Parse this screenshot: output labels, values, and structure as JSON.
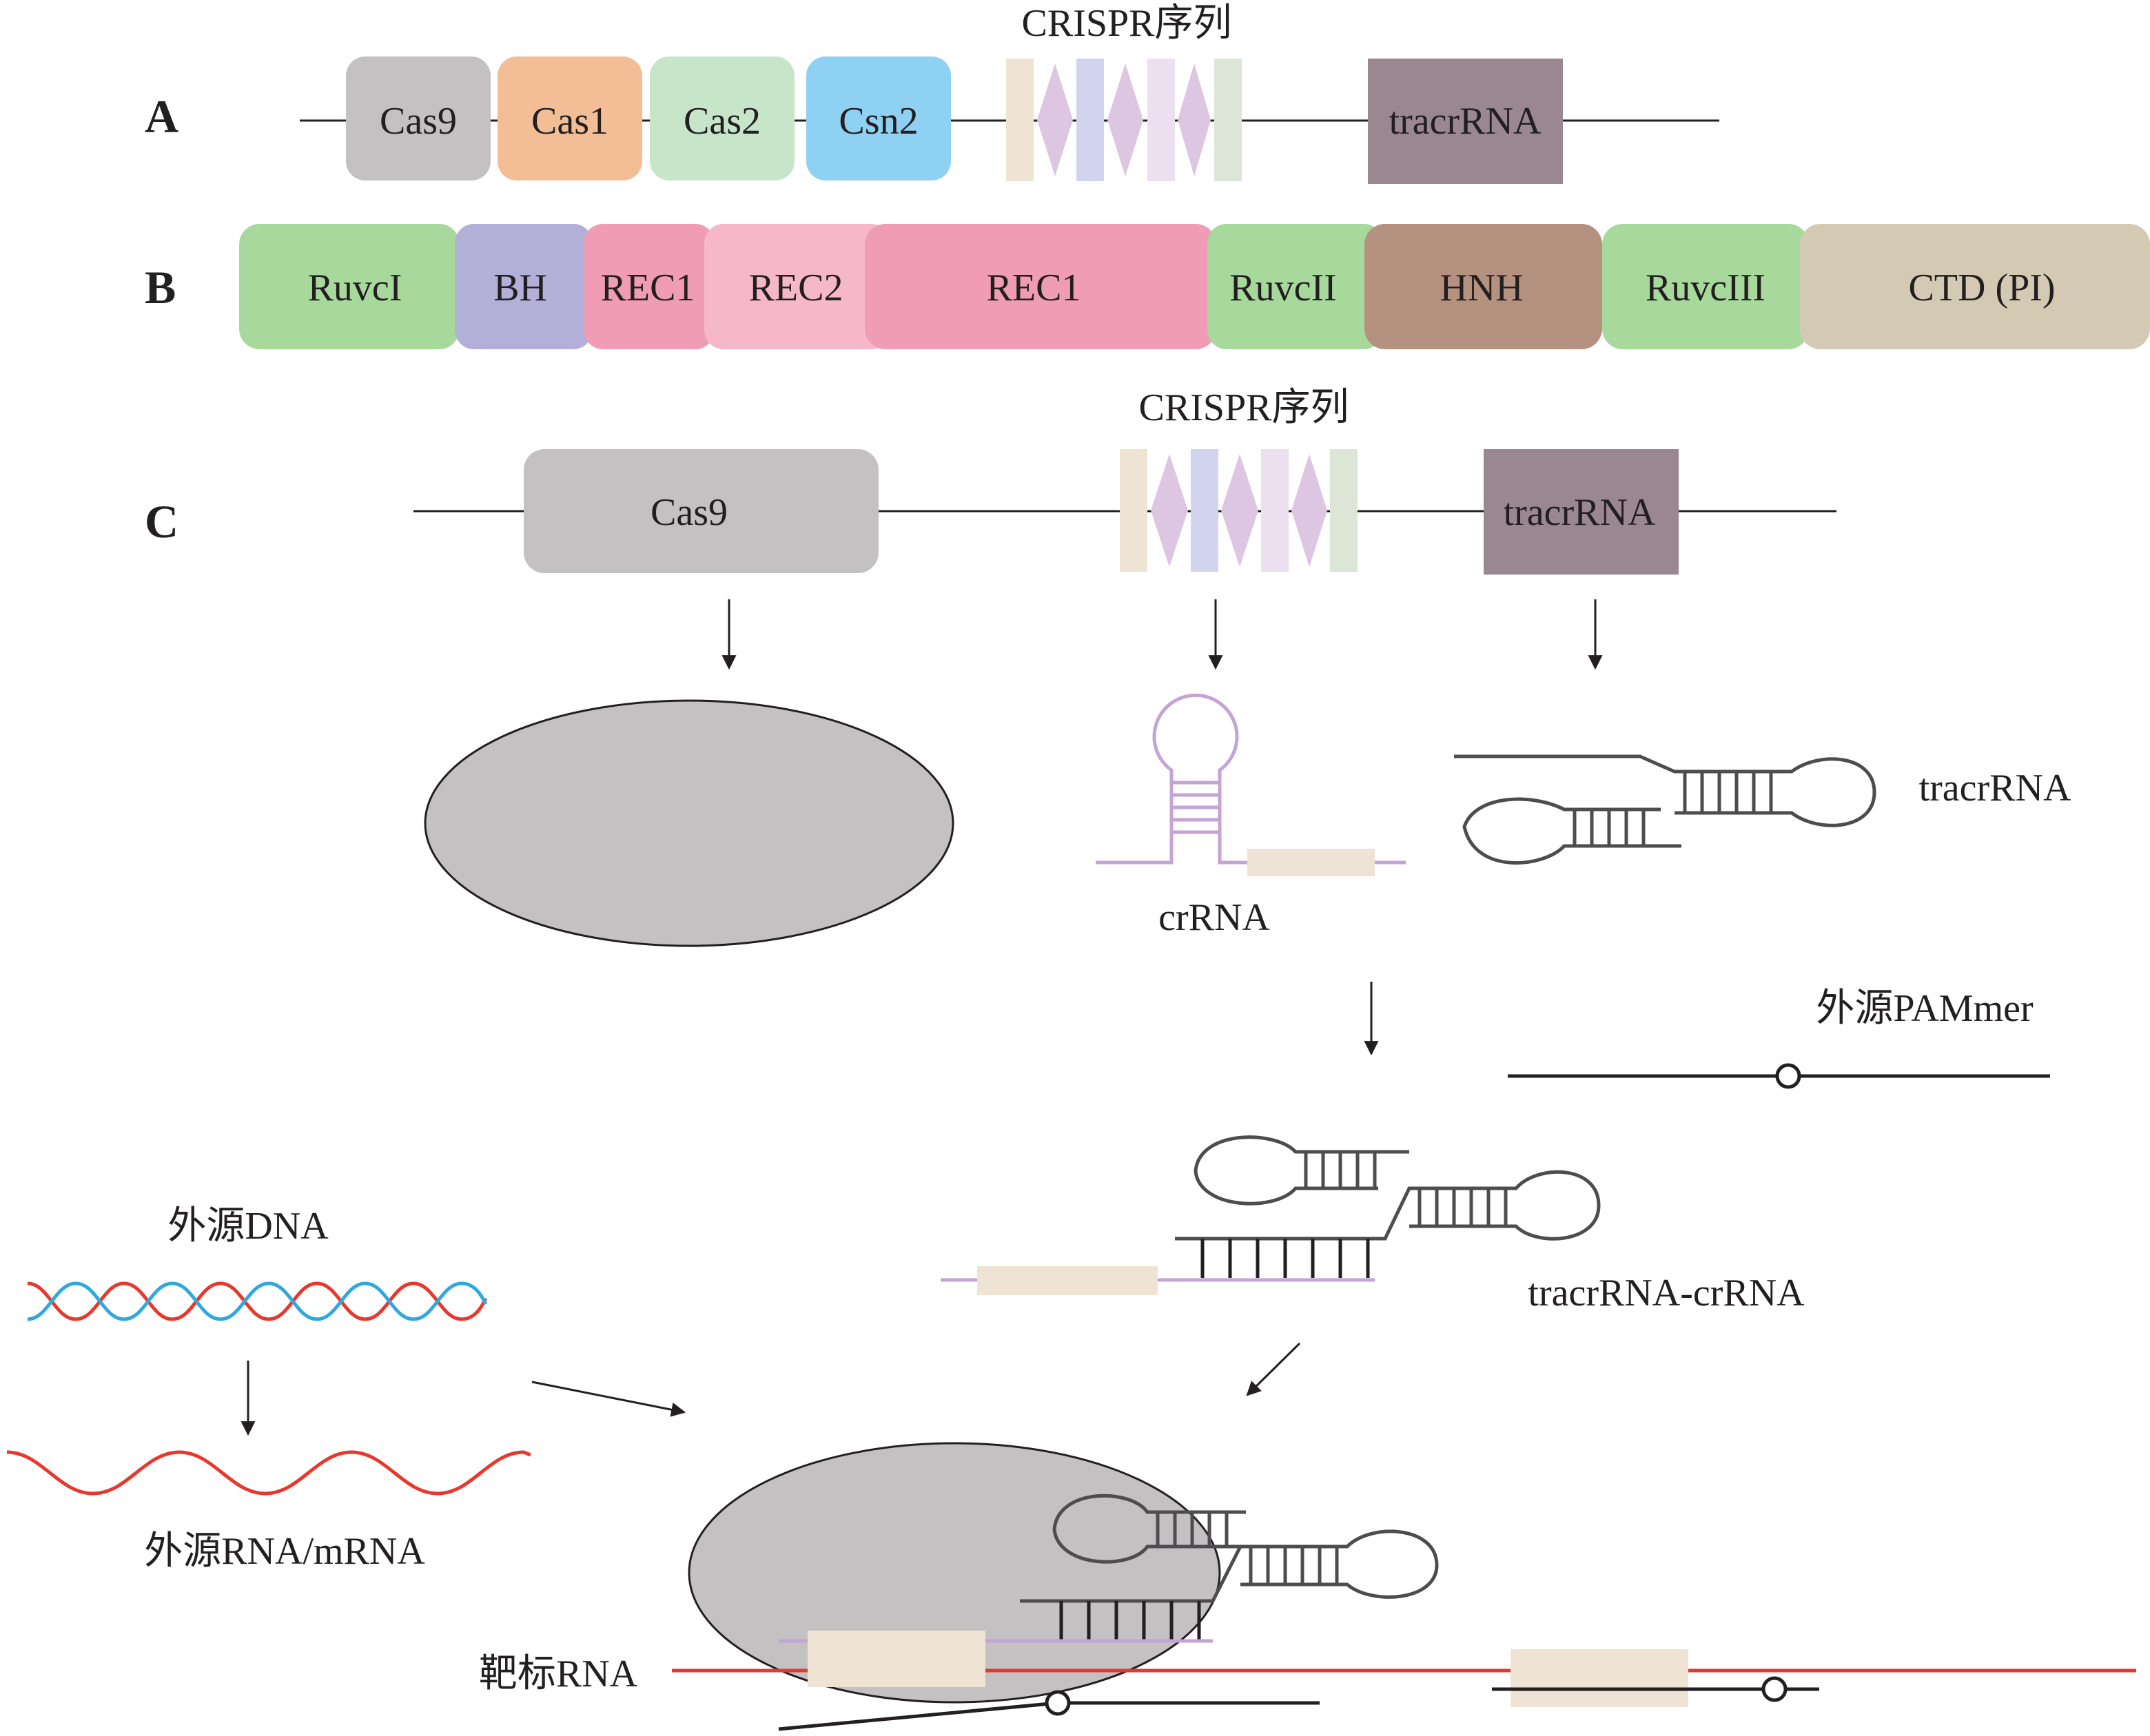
{
  "panels": {
    "a": "A",
    "b": "B",
    "c": "C"
  },
  "row_a": {
    "genes": [
      "Cas9",
      "Cas1",
      "Cas2",
      "Csn2"
    ],
    "crispr_label": "CRISPR序列",
    "tracr_label": "tracrRNA"
  },
  "row_b": {
    "domains": [
      "RuvcI",
      "BH",
      "REC1",
      "REC2",
      "REC1",
      "RuvcII",
      "HNH",
      "RuvcIII",
      "CTD (PI)"
    ]
  },
  "row_c": {
    "cas9_label": "Cas9",
    "crispr_label": "CRISPR序列",
    "tracr_label": "tracrRNA",
    "crrna_label": "crRNA",
    "tracrrna_label": "tracrRNA",
    "pammer_label": "外源PAMmer",
    "complex_label": "tracrRNA-crRNA",
    "dna_label": "外源DNA",
    "rna_label": "外源RNA/mRNA",
    "target_label": "靶标RNA"
  },
  "colors": {
    "cas9": "#c4c1c3",
    "cas1": "#f3be96",
    "cas2": "#c7e5c9",
    "csn2": "#8fd1f2",
    "tracr_box": "#9b8790",
    "ruvc": "#a6d99b",
    "bh": "#b2afd8",
    "rec1": "#ef9cb4",
    "rec2": "#f6b8c8",
    "hnh": "#b59180",
    "ctd": "#d4c9b3",
    "spacer": "#efe3d3",
    "repeat": "#ddc6e2",
    "red_strand": "#e8382d",
    "blue_strand": "#2ea8df"
  }
}
